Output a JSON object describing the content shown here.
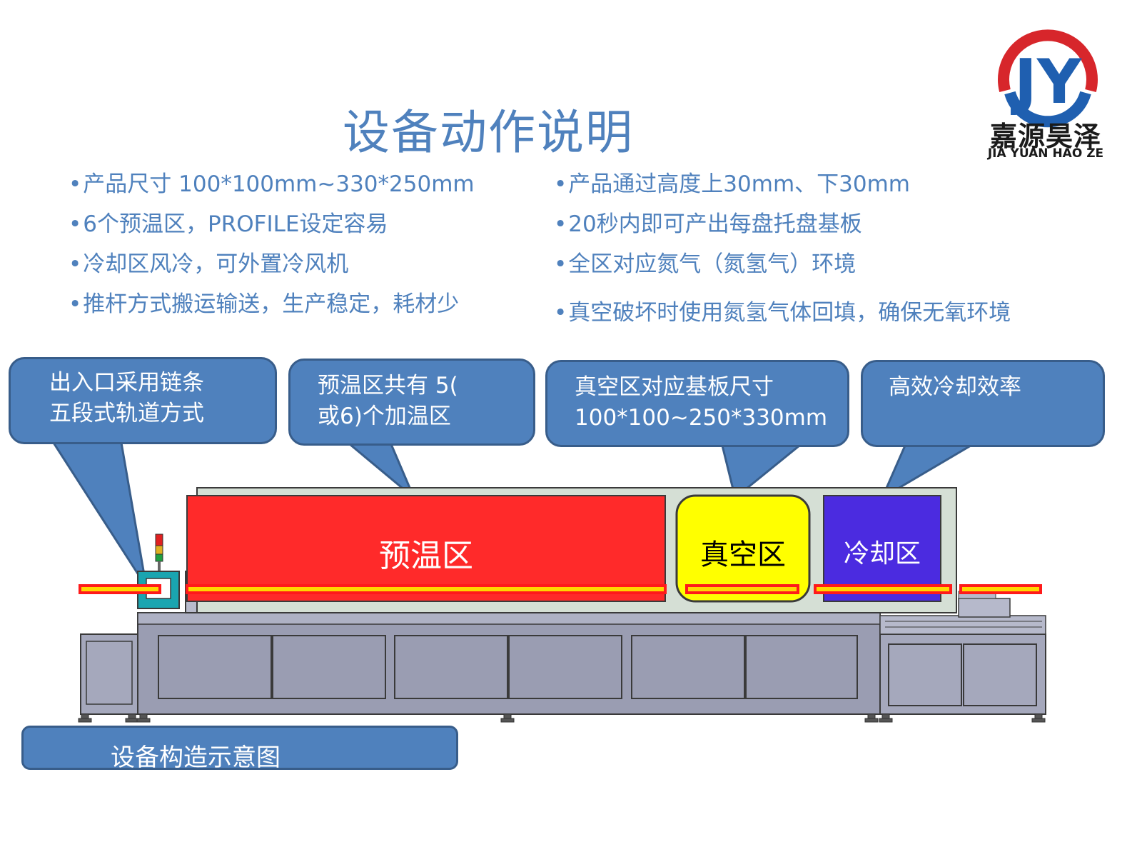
{
  "title": "设备动作说明",
  "logo": {
    "initials": "JY",
    "name_cn": "嘉源昊泽",
    "name_en": "JIA YUAN HAO ZE"
  },
  "bullets_left": [
    "产品尺寸 100*100mm~330*250mm",
    "6个预温区，PROFILE设定容易",
    "冷却区风冷，可外置冷风机",
    "推杆方式搬运输送，生产稳定，耗材少"
  ],
  "bullets_right": [
    "产品通过高度上30mm、下30mm",
    "20秒内即可产出每盘托盘基板",
    "全区对应氮气（氮氢气）环境",
    "真空破坏时使用氮氢气体回填，确保无氧环境"
  ],
  "callouts": {
    "rails": "出入口采用链条\n五段式轨道方式",
    "preheat": "  预温区共有 5(\n或6)个加温区",
    "vacuum": "真空区对应基板尺寸\n 100*100~250*330mm",
    "cooling": "高效冷却效率"
  },
  "zones": {
    "preheat": "预温区",
    "vacuum": "真空区",
    "cooling": "冷却区"
  },
  "caption": "设备构造示意图",
  "colors": {
    "accent_blue": "#4f81bd",
    "preheat_red": "#ff2a2a",
    "vacuum_yellow": "#ffff00",
    "cooling_blue": "#4b2be0",
    "rail_red": "#ff1a1a",
    "rail_yellow": "#ffd700",
    "machine_frame": "#9a9db2",
    "logo_red": "#d7262b",
    "logo_blue": "#1f5fb0"
  }
}
